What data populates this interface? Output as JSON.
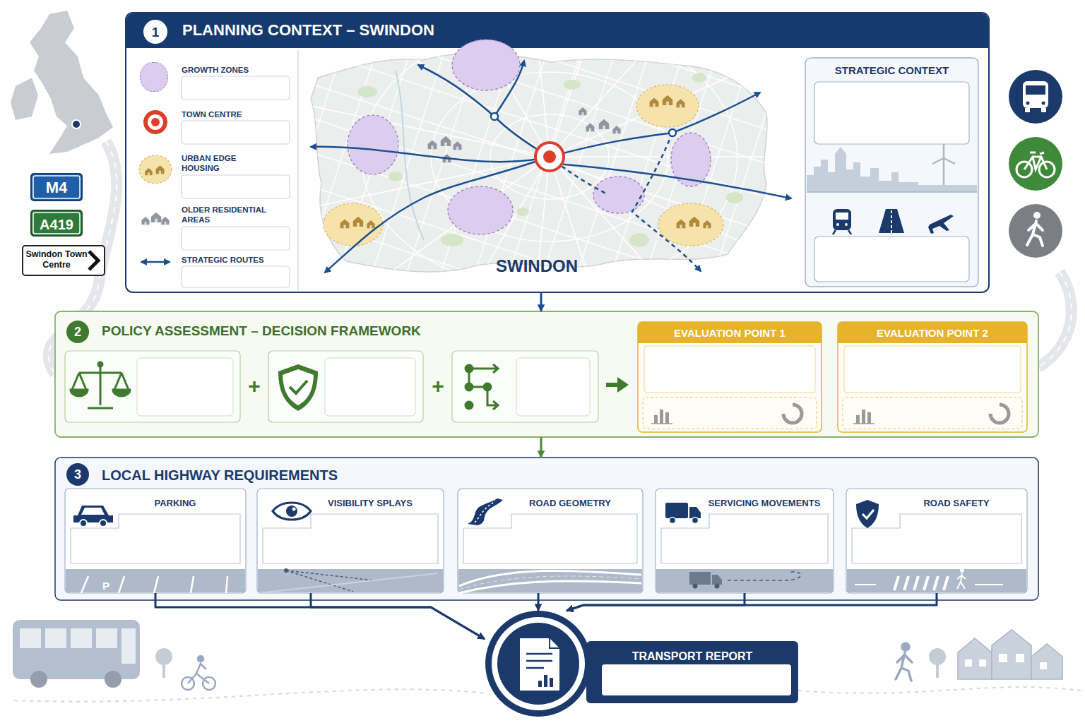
{
  "diagram": {
    "title": "PLANNING CONTEXT – SWINDON",
    "nodes": [
      {
        "text": [
          "PLANNING CONTEXT – SWINDON"
        ]
      },
      {
        "text": [
          "STRATEGIC CONTEXT"
        ],
        "in": 0
      },
      {
        "text": [
          "M4"
        ]
      },
      {
        "text": [
          "A419"
        ]
      },
      {
        "text": [
          "Swindon Town Centre"
        ]
      },
      {
        "text": [
          "POLICY ASSESSMENT – DECISION FRAMEWORK"
        ]
      },
      {
        "text": [
          "EVALUATION POINT 1"
        ],
        "in": 5
      },
      {
        "text": [
          "EVALUATION POINT 2"
        ],
        "in": 5
      },
      {
        "text": [
          "LOCAL HIGHWAY REQUIREMENTS"
        ]
      },
      {
        "text": [
          "PARKING"
        ],
        "in": 8
      },
      {
        "text": [
          "VISIBILITY SPLAYS"
        ],
        "in": 8
      },
      {
        "text": [
          "ROAD GEOMETRY"
        ],
        "in": 8
      },
      {
        "text": [
          "SERVICING MOVEMENTS"
        ],
        "in": 8
      },
      {
        "text": [
          "ROAD SAFETY"
        ],
        "in": 8
      },
      {
        "text": [
          "TRANSPORT REPORT"
        ]
      }
    ],
    "edges": [
      {
        "from": 0,
        "to": 5,
        "arrow": "to"
      },
      {
        "from": 5,
        "to": 8,
        "arrow": "to"
      },
      {
        "from": 9,
        "to": 14,
        "arrow": "to"
      },
      {
        "from": 10,
        "to": 14,
        "arrow": "to"
      },
      {
        "from": 11,
        "to": 14,
        "arrow": "to"
      },
      {
        "from": 12,
        "to": 14,
        "arrow": "to"
      },
      {
        "from": 13,
        "to": 14,
        "arrow": "to"
      }
    ],
    "labels": [
      "1",
      "2",
      "3",
      "+",
      "+",
      "SWINDON",
      "P"
    ],
    "legend": [
      {
        "text": "GROWTH ZONES",
        "color": "#dccdee"
      },
      {
        "text": "TOWN CENTRE"
      },
      {
        "text": "URBAN EDGE HOUSING"
      },
      {
        "text": "OLDER RESIDENTIAL AREAS"
      },
      {
        "text": "STRATEGIC ROUTES"
      }
    ]
  }
}
